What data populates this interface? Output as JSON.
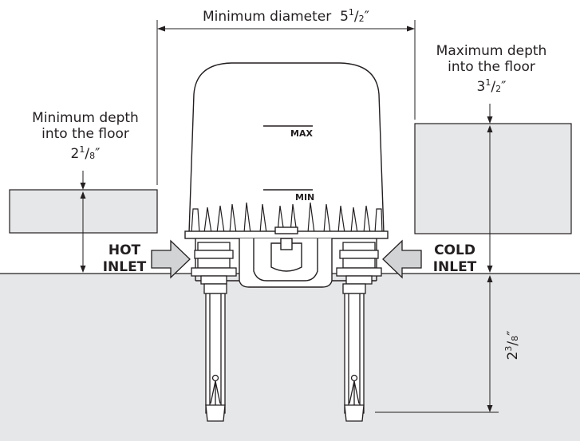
{
  "labels": {
    "min_diameter": {
      "text": "Minimum diameter",
      "whole": "5",
      "num": "1",
      "den": "2",
      "unit": "″"
    },
    "max_depth": {
      "line1": "Maximum depth",
      "line2": "into the floor",
      "whole": "3",
      "num": "1",
      "den": "2",
      "unit": "″"
    },
    "min_depth": {
      "line1": "Minimum depth",
      "line2": "into the floor",
      "whole": "2",
      "num": "1",
      "den": "8",
      "unit": "″"
    },
    "anchor_depth": {
      "whole": "2",
      "num": "3",
      "den": "8",
      "unit": "″"
    },
    "hot_inlet": {
      "line1": "HOT",
      "line2": "INLET"
    },
    "cold_inlet": {
      "line1": "COLD",
      "line2": "INLET"
    },
    "cover_max": "MAX",
    "cover_min": "MIN"
  },
  "colors": {
    "floor": "#e6e7e8",
    "stroke": "#231f20",
    "arrow_fill": "#d1d3d4",
    "background": "#ffffff"
  }
}
